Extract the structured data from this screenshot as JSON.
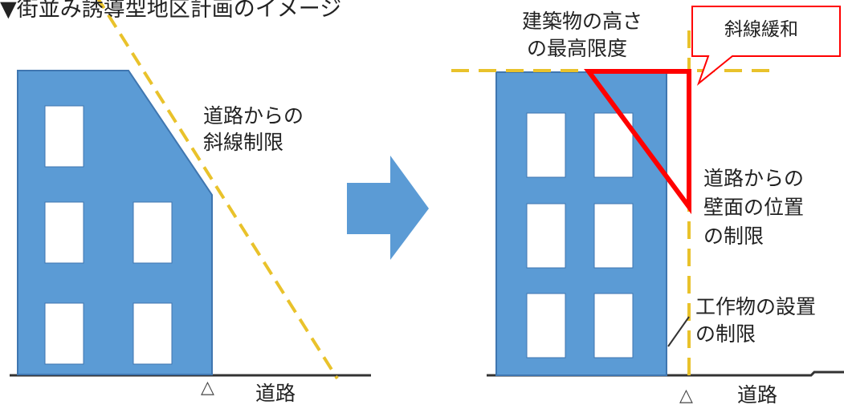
{
  "title": "▼街並み誘導型地区計画のイメージ",
  "left": {
    "setback_label": [
      "道路からの",
      "斜線制限"
    ],
    "road": "道路",
    "marker": "△"
  },
  "right": {
    "height_label": [
      "建築物の高さ",
      "の最高限度"
    ],
    "callout": "斜線緩和",
    "wall_label": [
      "道路からの",
      "壁面の位置",
      "の制限"
    ],
    "structure_label": [
      "工作物の設置",
      "の制限"
    ],
    "road": "道路",
    "marker": "△"
  },
  "colors": {
    "building": "#5b9bd5",
    "building_edge": "#3f76b0",
    "dashed_line": "#e9c22b",
    "relaxation": "#ff0000",
    "arrow": "#5b9bd5",
    "ground": "#333333"
  }
}
